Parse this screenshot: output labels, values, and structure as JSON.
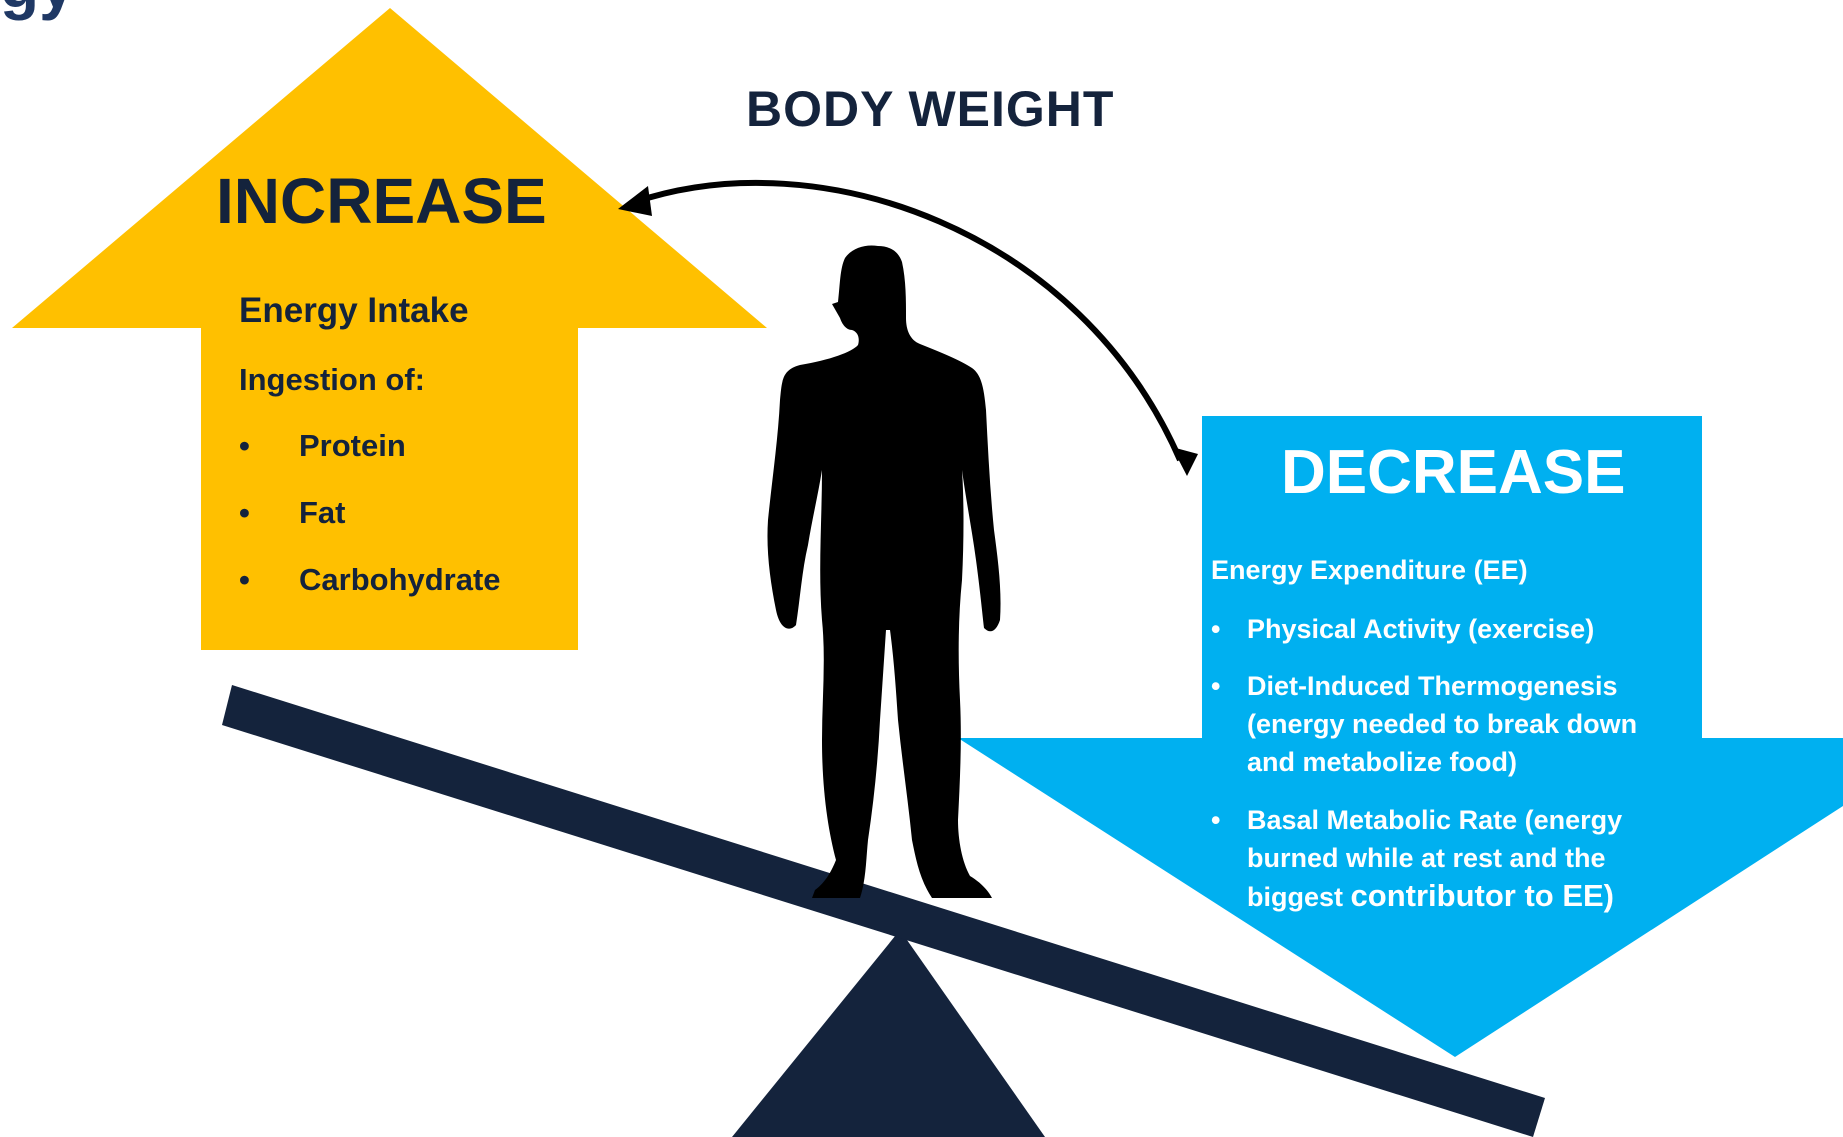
{
  "heading_fragment": "gy",
  "body_weight_label": "BODY WEIGHT",
  "increase": {
    "title": "INCREASE",
    "subtitle": "Energy Intake",
    "lead": "Ingestion of:",
    "bullet_glyph": "•",
    "items": [
      "Protein",
      "Fat",
      "Carbohydrate"
    ],
    "color": "#FFC000"
  },
  "decrease": {
    "title": "DECREASE",
    "subtitle": "Energy Expenditure (EE)",
    "bullet_glyph": "•",
    "items": [
      "Physical Activity (exercise)",
      "Diet-Induced Thermogenesis (energy needed to break down and metabolize food)",
      "Basal Metabolic Rate (energy burned while at rest and the biggest"
    ],
    "last_item_emphasis": "contributor to EE)",
    "color": "#00B0F0"
  },
  "scale": {
    "beam_color": "#14233C",
    "fulcrum_color": "#14233C"
  },
  "icons": {
    "person": "person-silhouette-icon",
    "curved_arrow": "double-headed-curved-arrow-icon"
  }
}
